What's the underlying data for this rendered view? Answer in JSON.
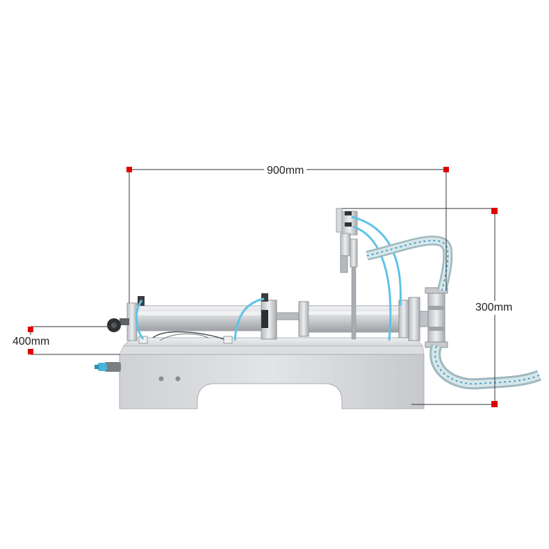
{
  "dimensions": {
    "width": "900mm",
    "height": "300mm",
    "depth": "400mm"
  },
  "colors": {
    "marker": "#e00000",
    "line": "#222222",
    "steel_light": "#e4e5e7",
    "steel_mid": "#c8cacd",
    "steel_dark": "#8e9195",
    "hose": "#4fb6d8",
    "tube": "#6ec9e6"
  }
}
